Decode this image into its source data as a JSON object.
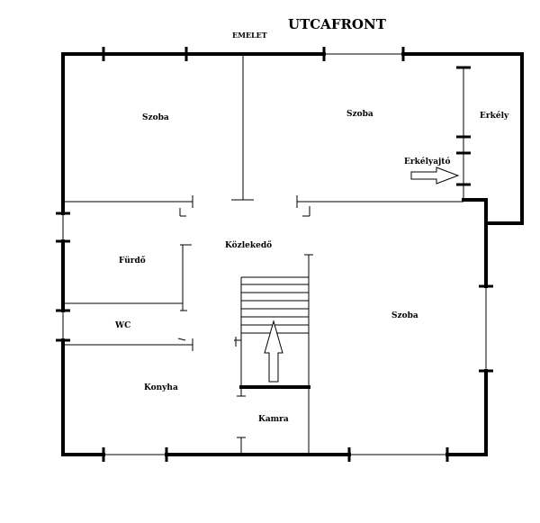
{
  "title": "UTCAFRONT",
  "floor_label": "EMELET",
  "rooms": {
    "szoba_left": "Szoba",
    "szoba_right_top": "Szoba",
    "erkely": "Erkély",
    "erkelyajto": "Erkélyajtó",
    "kozlekedo": "Közlekedő",
    "furdo": "Fürdő",
    "wc": "WC",
    "szoba_big": "Szoba",
    "konyha": "Konyha",
    "kamra": "Kamra"
  }
}
